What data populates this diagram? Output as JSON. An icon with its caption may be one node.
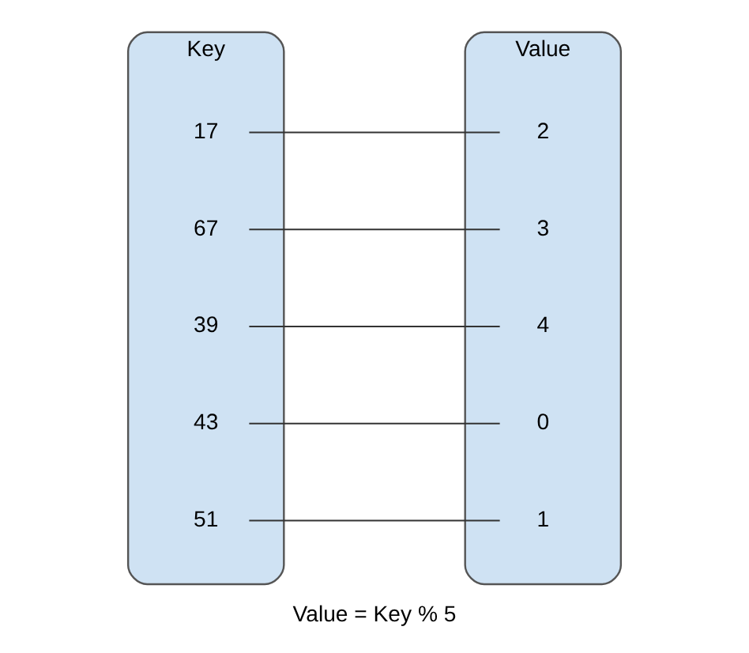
{
  "diagram": {
    "caption": "Value = Key % 5",
    "nodes": [
      {
        "text": [
          "Key"
        ]
      },
      {
        "text": [
          "17"
        ],
        "in": 0
      },
      {
        "text": [
          "67"
        ],
        "in": 0
      },
      {
        "text": [
          "39"
        ],
        "in": 0
      },
      {
        "text": [
          "43"
        ],
        "in": 0
      },
      {
        "text": [
          "51"
        ],
        "in": 0
      },
      {
        "text": [
          "Value"
        ]
      },
      {
        "text": [
          "0"
        ],
        "in": 6
      },
      {
        "text": [
          "1"
        ],
        "in": 6
      },
      {
        "text": [
          "2"
        ],
        "in": 6
      },
      {
        "text": [
          "3"
        ],
        "in": 6
      },
      {
        "text": [
          "4"
        ],
        "in": 6
      }
    ],
    "edges": [
      {
        "from": 1,
        "to": 9,
        "arrow": "none"
      },
      {
        "from": 2,
        "to": 10,
        "arrow": "none"
      },
      {
        "from": 3,
        "to": 11,
        "arrow": "none"
      },
      {
        "from": 4,
        "to": 7,
        "arrow": "none"
      },
      {
        "from": 5,
        "to": 8,
        "arrow": "none"
      }
    ]
  }
}
